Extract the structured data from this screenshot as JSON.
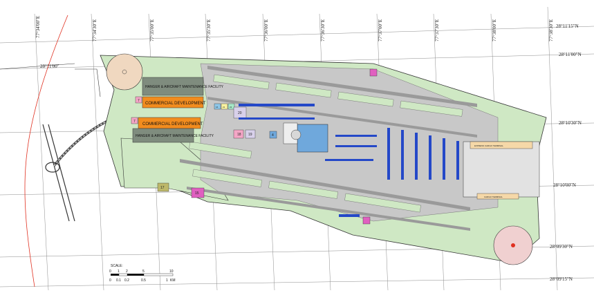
{
  "grid": {
    "longitudes": [
      "77°34'00\"E",
      "77°34'30\"E",
      "77°35'00\"E",
      "77°35'30\"E",
      "77°36'00\"E",
      "77°36'30\"E",
      "77°37'00\"E",
      "77°37'30\"E",
      "77°38'00\"E",
      "77°38'30\"E"
    ],
    "latitudes": [
      "28°11'15\"N",
      "28°11'00\"N",
      "28°10'30\"N",
      "28°10'00\"N",
      "28°09'30\"N",
      "28°09'15\"N"
    ],
    "left_lat": "28°11'00\""
  },
  "zones": {
    "hangar_north": "HANGER & AIRCRAFT MAINTENANCE FACILITY",
    "commercial_north": "COMMERCIAL DEVELOPMENT",
    "commercial_south": "COMMERCIAL DEVELOPMENT",
    "hangar_south": "HANGER & AIRCRAFT MAINTENANCE FACILITY",
    "cargo_terminal_top": "EXPRESS CARGO TERMINAL",
    "cargo_terminal_bottom": "CARGO TERMINAL"
  },
  "plot_numbers": {
    "p7a": "7",
    "p7b": "7",
    "p17": "17",
    "p15": "15",
    "p16": "16",
    "p20": "20",
    "p18": "18",
    "p19": "19",
    "p21": "21",
    "p22": "22",
    "p4": "4"
  },
  "scale": {
    "title": "SCALE:",
    "ticks_top": [
      "0",
      "1",
      "2",
      "5",
      "10"
    ],
    "ticks_bottom": [
      "0",
      "0.1",
      "0.2",
      "0.5",
      "1"
    ],
    "unit": "KM"
  },
  "colors": {
    "land": "#cfe8c4",
    "pavement": "#c8c8c8",
    "hangar": "#7f8c7e",
    "commercial": "#f28c1e",
    "terminal": "#6fa8dc",
    "aircraft": "#2448c8",
    "grid": "#666666",
    "road": "#333333",
    "rail": "#e03020"
  }
}
